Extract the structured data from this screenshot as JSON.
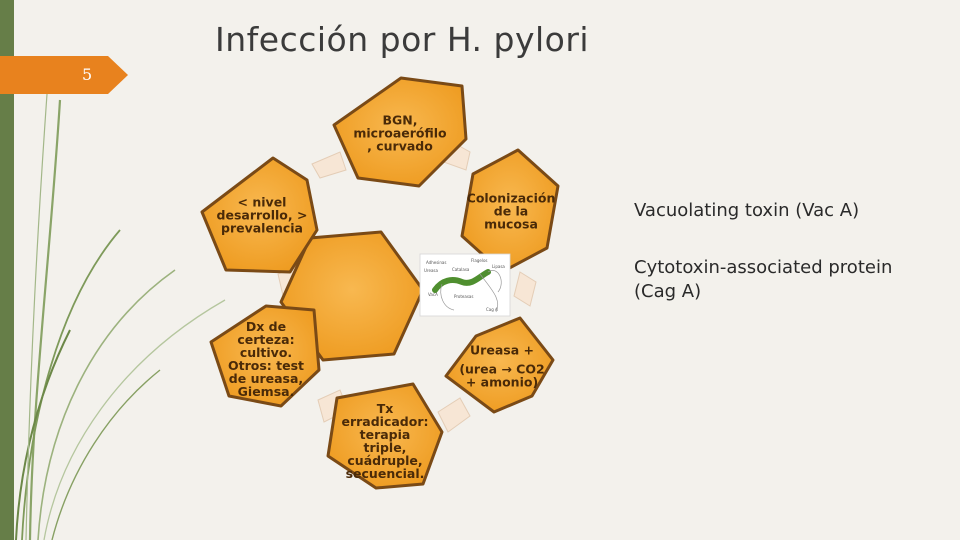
{
  "slide": {
    "title": "Infección por H. pylori",
    "page_number": "5"
  },
  "diagram": {
    "center_image": {
      "labels": [
        "Adhesinas",
        "Flagelos",
        "Ureasa",
        "Catalasa",
        "Proteasas",
        "Lipasa",
        "VacA",
        "Cag A"
      ]
    },
    "hexagons": [
      {
        "id": "top",
        "lines": [
          "BGN,",
          "microaerófilo",
          ", curvado"
        ]
      },
      {
        "id": "upper-right",
        "lines": [
          "Colonización",
          "de la",
          "mucosa"
        ]
      },
      {
        "id": "lower-right",
        "lines": [
          "Ureasa +",
          "(urea → CO2",
          "+ amonio)"
        ]
      },
      {
        "id": "bottom",
        "lines": [
          "Tx",
          "erradicador:",
          "terapia",
          "triple,",
          "cuádruple,",
          "secuencial."
        ]
      },
      {
        "id": "lower-left",
        "lines": [
          "Dx de",
          "certeza:",
          "cultivo.",
          "Otros: test",
          "de ureasa,",
          "Giemsa."
        ]
      },
      {
        "id": "upper-left",
        "lines": [
          "< nivel",
          "desarrollo, >",
          "prevalencia"
        ]
      }
    ]
  },
  "notes": {
    "toxin_1": "Vacuolating toxin (Vac A)",
    "toxin_2": "Cytotoxin-associated protein (Cag A)"
  },
  "colors": {
    "accent_orange": "#e8821e",
    "hex_fill": "#f5a52b",
    "left_bar": "#667e48",
    "background": "#f3f1ec"
  }
}
